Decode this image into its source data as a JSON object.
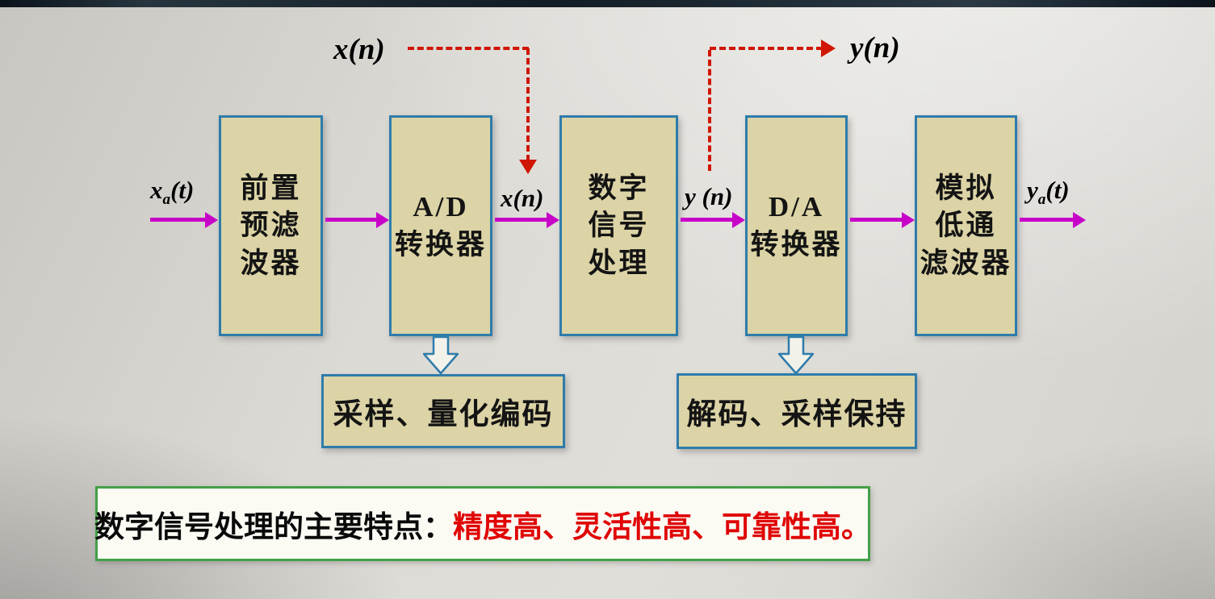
{
  "slide": {
    "labels": {
      "input": {
        "pre": "x",
        "sub": "a",
        "post": "(t)"
      },
      "output": {
        "pre": "y",
        "sub": "a",
        "post": "(t)"
      },
      "xn_top": "x(n)",
      "yn_top": "y(n)",
      "xn_mid": "x(n)",
      "yn_mid": "y (n)"
    },
    "blocks": [
      {
        "id": "prefilter",
        "lines": [
          "前置",
          "预滤",
          "波器"
        ]
      },
      {
        "id": "adc",
        "lines": [
          "A/D",
          "转换器"
        ]
      },
      {
        "id": "dsp",
        "lines": [
          "数字",
          "信号",
          "处理"
        ]
      },
      {
        "id": "dac",
        "lines": [
          "D/A",
          "转换器"
        ]
      },
      {
        "id": "analog-lpf",
        "lines": [
          "模拟",
          "低通",
          "滤波器"
        ]
      }
    ],
    "sub_blocks": [
      {
        "id": "sampling",
        "label": "采样、量化编码"
      },
      {
        "id": "decoding",
        "label": "解码、采样保持"
      }
    ],
    "note": {
      "black": "数字信号处理的主要特点：",
      "red": "精度高、灵活性高、可靠性高。"
    },
    "colors": {
      "box_fill": "#dcd4a6",
      "box_border": "#2e7cab",
      "magenta_arrow": "#c803c8",
      "red_dashed": "#cf1602",
      "note_border": "#43a047",
      "note_red_text": "#e00505"
    }
  }
}
